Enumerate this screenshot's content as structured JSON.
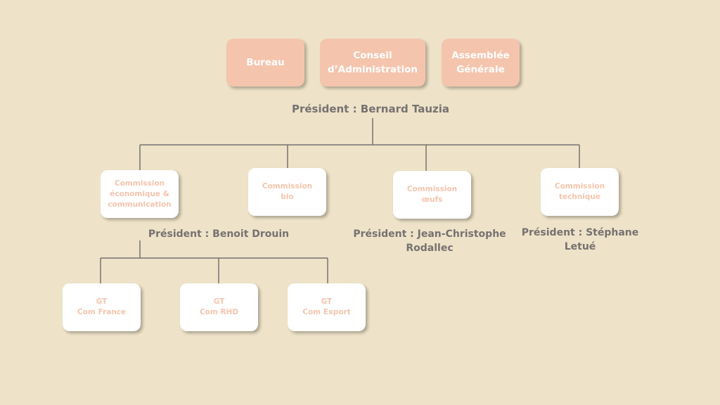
{
  "top_boxes": {
    "bureau": "Bureau",
    "conseil": "Conseil\nd’Administration",
    "assemblee": "Assemblée\nGénérale"
  },
  "president_main": "Président : Bernard Tauzia",
  "commissions": [
    {
      "label": "Commission\néconomique &\ncommunication",
      "president": "Président : Benoit Drouin"
    },
    {
      "label": "Commission\nbio"
    },
    {
      "label": "Commission\nœufs",
      "president": "Président : Jean-Christophe\nRodallec"
    },
    {
      "label": "Commission\ntechnique",
      "president": "Président : Stéphane\nLetué"
    }
  ],
  "groups": [
    {
      "label": "GT\nCom France"
    },
    {
      "label": "GT\nCom RHD"
    },
    {
      "label": "GT\nCom Export"
    }
  ],
  "colors": {
    "background": "#EEE3C8",
    "accent": "#F5C4AC",
    "text": "#767171"
  }
}
